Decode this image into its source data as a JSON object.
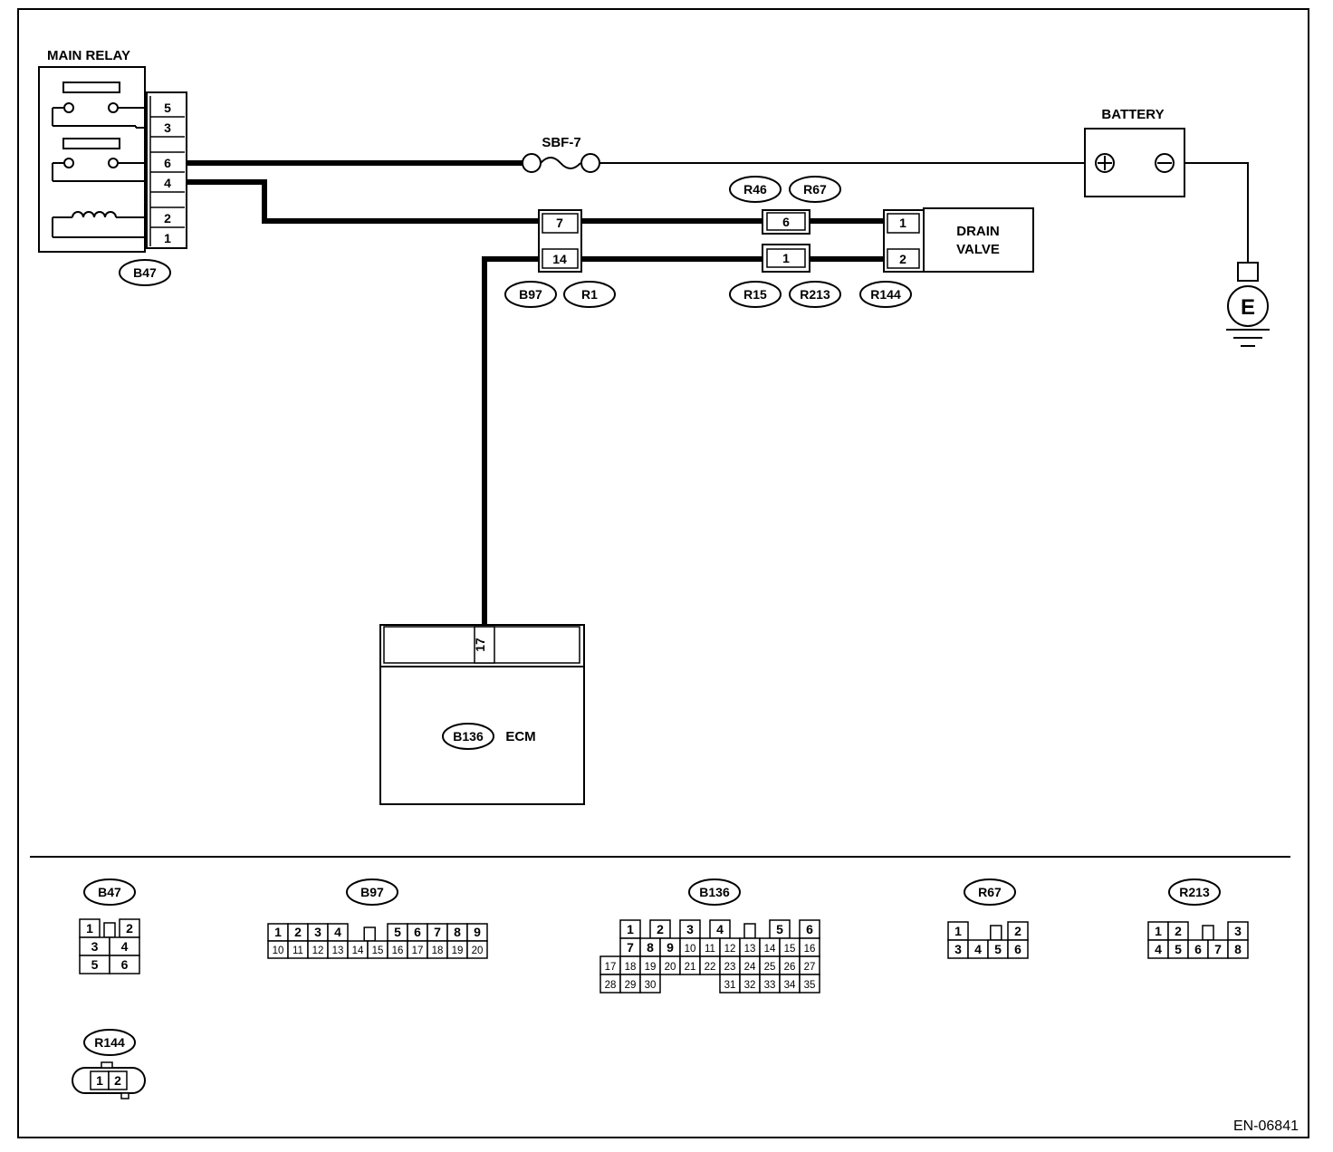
{
  "diagram_id": "EN-06841",
  "components": {
    "main_relay": {
      "title": "MAIN RELAY",
      "connector": "B47",
      "pins": [
        "5",
        "3",
        "6",
        "4",
        "2",
        "1"
      ]
    },
    "fuse": {
      "label": "SBF-7"
    },
    "battery": {
      "title": "BATTERY",
      "positive": "+",
      "negative": "−"
    },
    "ground": {
      "label": "E"
    },
    "drain_valve": {
      "title_line1": "DRAIN",
      "title_line2": "VALVE",
      "connector": "R144",
      "pins": [
        "1",
        "2"
      ]
    },
    "ecm": {
      "title": "ECM",
      "connector": "B136",
      "pin": "17"
    }
  },
  "junctions": {
    "b97_r1": {
      "tags": [
        "B97",
        "R1"
      ],
      "pins": [
        "7",
        "14"
      ]
    },
    "r46_r67": {
      "tags": [
        "R46",
        "R67"
      ],
      "pin": "6"
    },
    "r15_r213": {
      "tags": [
        "R15",
        "R213"
      ],
      "pin": "1"
    }
  },
  "connector_views": [
    {
      "id": "B47",
      "rows": [
        [
          "1",
          "",
          "2"
        ],
        [
          "3",
          "4"
        ],
        [
          "5",
          "6"
        ]
      ]
    },
    {
      "id": "B97",
      "rows": [
        [
          "1",
          "2",
          "3",
          "4",
          "",
          "5",
          "6",
          "7",
          "8",
          "9"
        ],
        [
          "10",
          "11",
          "12",
          "13",
          "14",
          "15",
          "16",
          "17",
          "18",
          "19",
          "20"
        ]
      ]
    },
    {
      "id": "B136",
      "rows": [
        [
          "1",
          "2",
          "3",
          "4",
          "",
          "5",
          "6"
        ],
        [
          "7",
          "8",
          "9",
          "10",
          "11",
          "12",
          "13",
          "14",
          "15",
          "16"
        ],
        [
          "17",
          "18",
          "19",
          "20",
          "21",
          "22",
          "23",
          "24",
          "25",
          "26",
          "27"
        ],
        [
          "28",
          "29",
          "30",
          "31",
          "32",
          "33",
          "34",
          "35"
        ]
      ]
    },
    {
      "id": "R67",
      "rows": [
        [
          "1",
          "",
          "2"
        ],
        [
          "3",
          "4",
          "5",
          "6"
        ]
      ]
    },
    {
      "id": "R213",
      "rows": [
        [
          "1",
          "2",
          "",
          "3"
        ],
        [
          "4",
          "5",
          "6",
          "7",
          "8"
        ]
      ]
    },
    {
      "id": "R144",
      "rows": [
        [
          "1",
          "2"
        ]
      ]
    }
  ]
}
